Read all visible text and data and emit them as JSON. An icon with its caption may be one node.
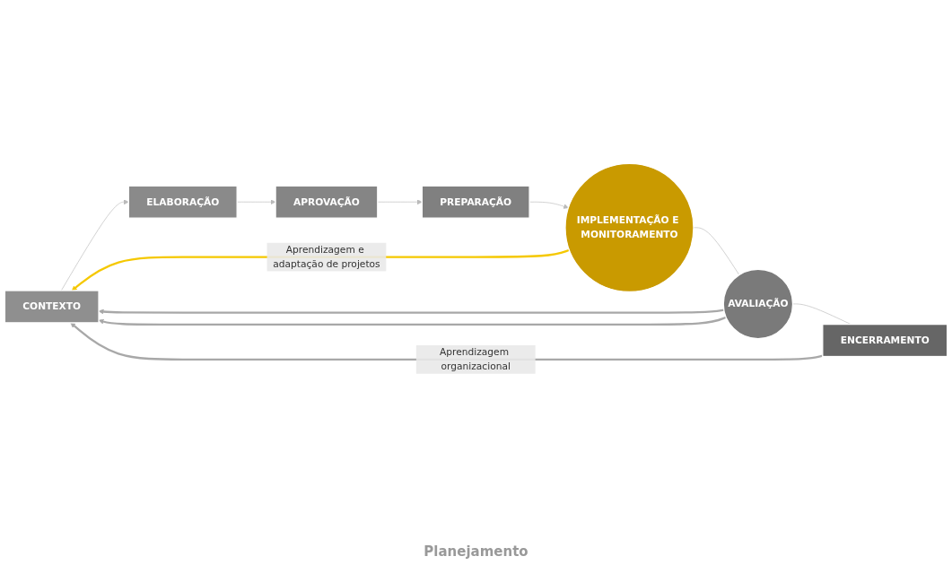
{
  "diagram": {
    "nodes": [
      {
        "text": [
          "CONTEXTO"
        ]
      },
      {
        "text": [
          "ELABORAÇÃO"
        ]
      },
      {
        "text": [
          "APROVAÇÃO"
        ]
      },
      {
        "text": [
          "PREPARAÇÃO"
        ]
      },
      {
        "text": [
          "IMPLEMENTAÇÃO E MONITORAMENTO"
        ]
      },
      {
        "text": [
          "AVALIAÇÃO"
        ]
      },
      {
        "text": [
          "ENCERRAMENTO"
        ]
      }
    ],
    "edges": [
      {
        "from": 0,
        "to": 1,
        "arrow": "to"
      },
      {
        "from": 1,
        "to": 2,
        "arrow": "to"
      },
      {
        "from": 2,
        "to": 3,
        "arrow": "to"
      },
      {
        "from": 3,
        "to": 4,
        "arrow": "to"
      },
      {
        "from": 4,
        "to": 5,
        "arrow": "none"
      },
      {
        "from": 5,
        "to": 6,
        "arrow": "none"
      },
      {
        "from": 6,
        "to": 0,
        "arrow": "to",
        "label": "Aprendizagem organizacional",
        "style": "thick"
      },
      {
        "from": 5,
        "to": 0,
        "arrow": "to",
        "style": "thick"
      },
      {
        "from": 4,
        "to": 0,
        "arrow": "to",
        "label": "Aprendizagem e adaptação de projetos",
        "style": "thick",
        "color": "#f5c800"
      },
      {
        "from": 5,
        "to": 0,
        "arrow": "to",
        "style": "thick"
      }
    ],
    "labels": [
      "Planejamento"
    ]
  }
}
